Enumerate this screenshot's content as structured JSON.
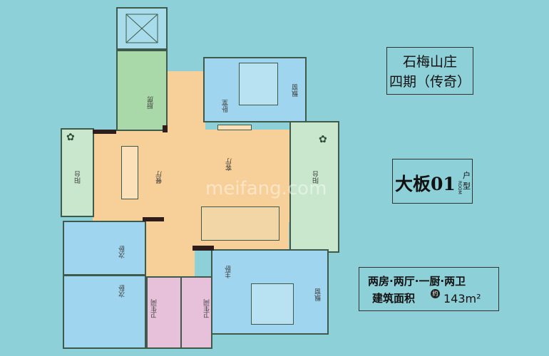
{
  "project": {
    "name": "石梅山庄",
    "phase": "四期（传奇）"
  },
  "unit": {
    "name": "大板01",
    "suffix_top": "户",
    "suffix_bottom": "型",
    "suffix_en": "ROOM"
  },
  "summary": {
    "layout": "两房·两厅·一厨·两卫",
    "area_label": "建筑面积",
    "approx": "约",
    "area": "143m²"
  },
  "watermark": "meifang.com",
  "rooms": {
    "kitchen": "厨房",
    "bedroom_top": "卧室",
    "bay_window_top": "飘窗",
    "dining": "餐厅",
    "living": "客厅",
    "balcony_left": "阳台",
    "balcony_right": "阳台",
    "second_bedroom_1": "次卧",
    "second_bedroom_2": "次卧",
    "master_bedroom": "主卧",
    "bay_window_master": "飘窗",
    "bathroom_1": "卫生间",
    "bathroom_2": "卫生间"
  },
  "colors": {
    "background": "#8ed0d8",
    "living": "#f7cf98",
    "bedroom": "#9fd5ee",
    "kitchen": "#a9d9a9",
    "balcony": "#c9e7cc",
    "bathroom": "#e6c1d9"
  }
}
